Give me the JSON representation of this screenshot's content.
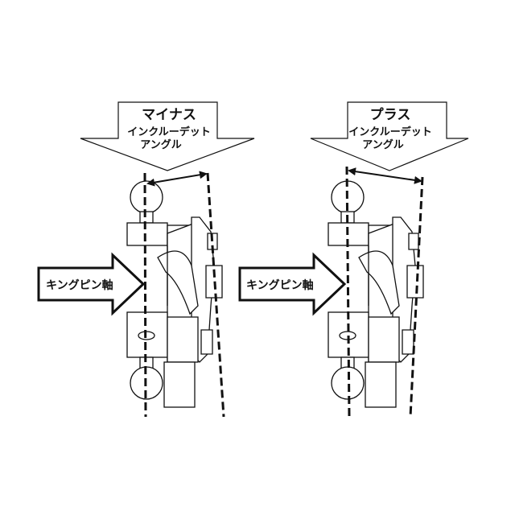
{
  "panels": [
    {
      "title": "マイナス",
      "subtitle_line1": "インクルーデット",
      "subtitle_line2": "アングル",
      "axis_label": "キングピン軸"
    },
    {
      "title": "プラス",
      "subtitle_line1": "インクルーデット",
      "subtitle_line2": "アングル",
      "axis_label": "キングピン軸"
    }
  ],
  "colors": {
    "line": "#111111",
    "background": "#ffffff"
  }
}
